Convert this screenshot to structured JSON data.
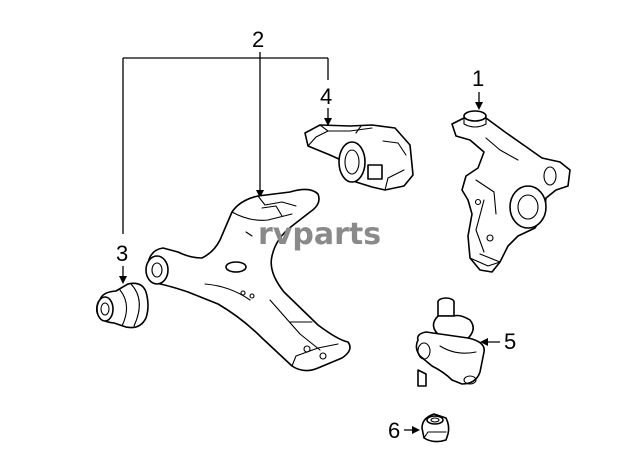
{
  "callouts": {
    "c1": "1",
    "c2": "2",
    "c3": "3",
    "c4": "4",
    "c5": "5",
    "c6": "6"
  },
  "watermark": "rvparts",
  "colors": {
    "ink": "#000000",
    "watermark": "#8a8a8a",
    "background": "#ffffff"
  }
}
